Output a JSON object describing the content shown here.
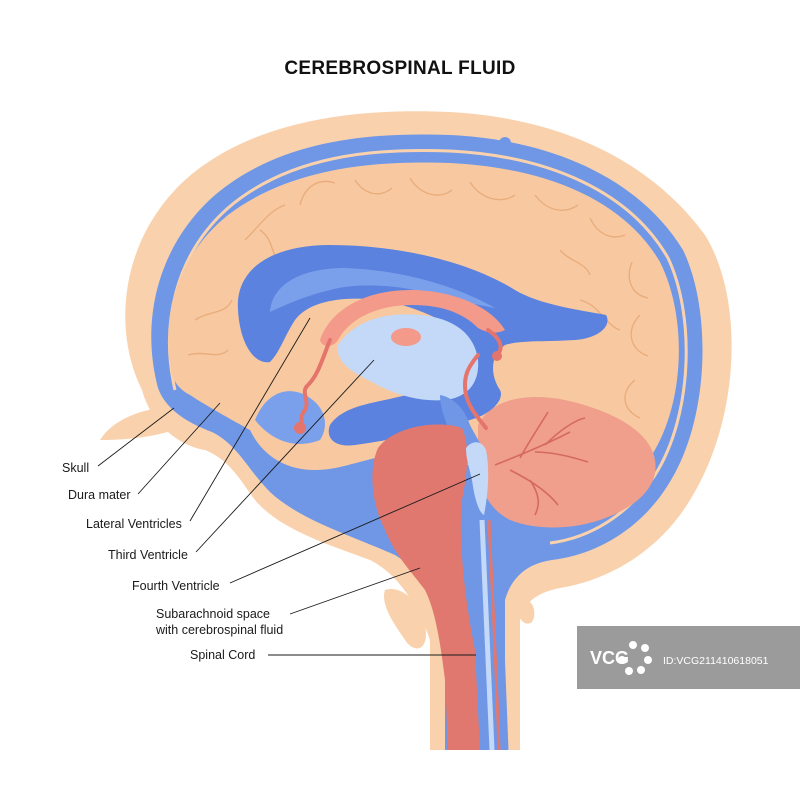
{
  "title": "CEREBROSPINAL FLUID",
  "labels": {
    "skull": "Skull",
    "dura_mater": "Dura mater",
    "lateral_ventricles": "Lateral Ventricles",
    "third_ventricle": "Third Ventricle",
    "fourth_ventricle": "Fourth Ventricle",
    "subarachnoid_line1": "Subarachnoid space",
    "subarachnoid_line2": "with cerebrospinal fluid",
    "spinal_cord": "Spinal Cord"
  },
  "watermark": {
    "brand": "VCG",
    "id": "ID:VCG211410618051"
  },
  "colors": {
    "skull": "#f9d2ad",
    "csf": "#6f97e6",
    "brain": "#f8c9a0",
    "ventricle": "#5a82de",
    "third_ventricle": "#c3d9f7",
    "brainstem": "#e07870",
    "cerebellum": "#ef9f8c",
    "vessel": "#e5756c"
  }
}
